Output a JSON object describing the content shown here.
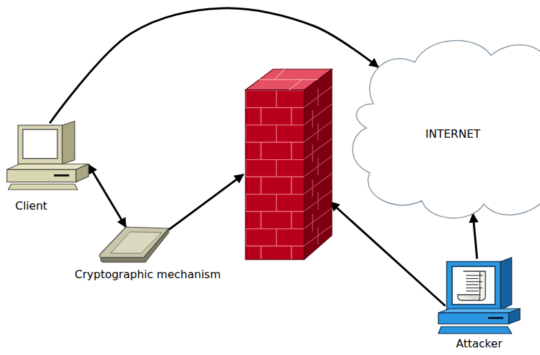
{
  "diagram": {
    "nodes": [
      {
        "text": [
          "Client"
        ]
      },
      {
        "text": [
          "Cryptographic mechanism"
        ]
      },
      {
        "text": []
      },
      {
        "text": [
          "INTERNET"
        ]
      },
      {
        "text": [
          "Attacker"
        ]
      }
    ],
    "edges": [
      {
        "from": 0,
        "to": 3,
        "arrow": "to"
      },
      {
        "from": 0,
        "to": 1,
        "arrow": "both"
      },
      {
        "from": 1,
        "to": 2,
        "arrow": "to"
      },
      {
        "from": 4,
        "to": 2,
        "arrow": "to"
      },
      {
        "from": 4,
        "to": 3,
        "arrow": "to"
      }
    ]
  }
}
